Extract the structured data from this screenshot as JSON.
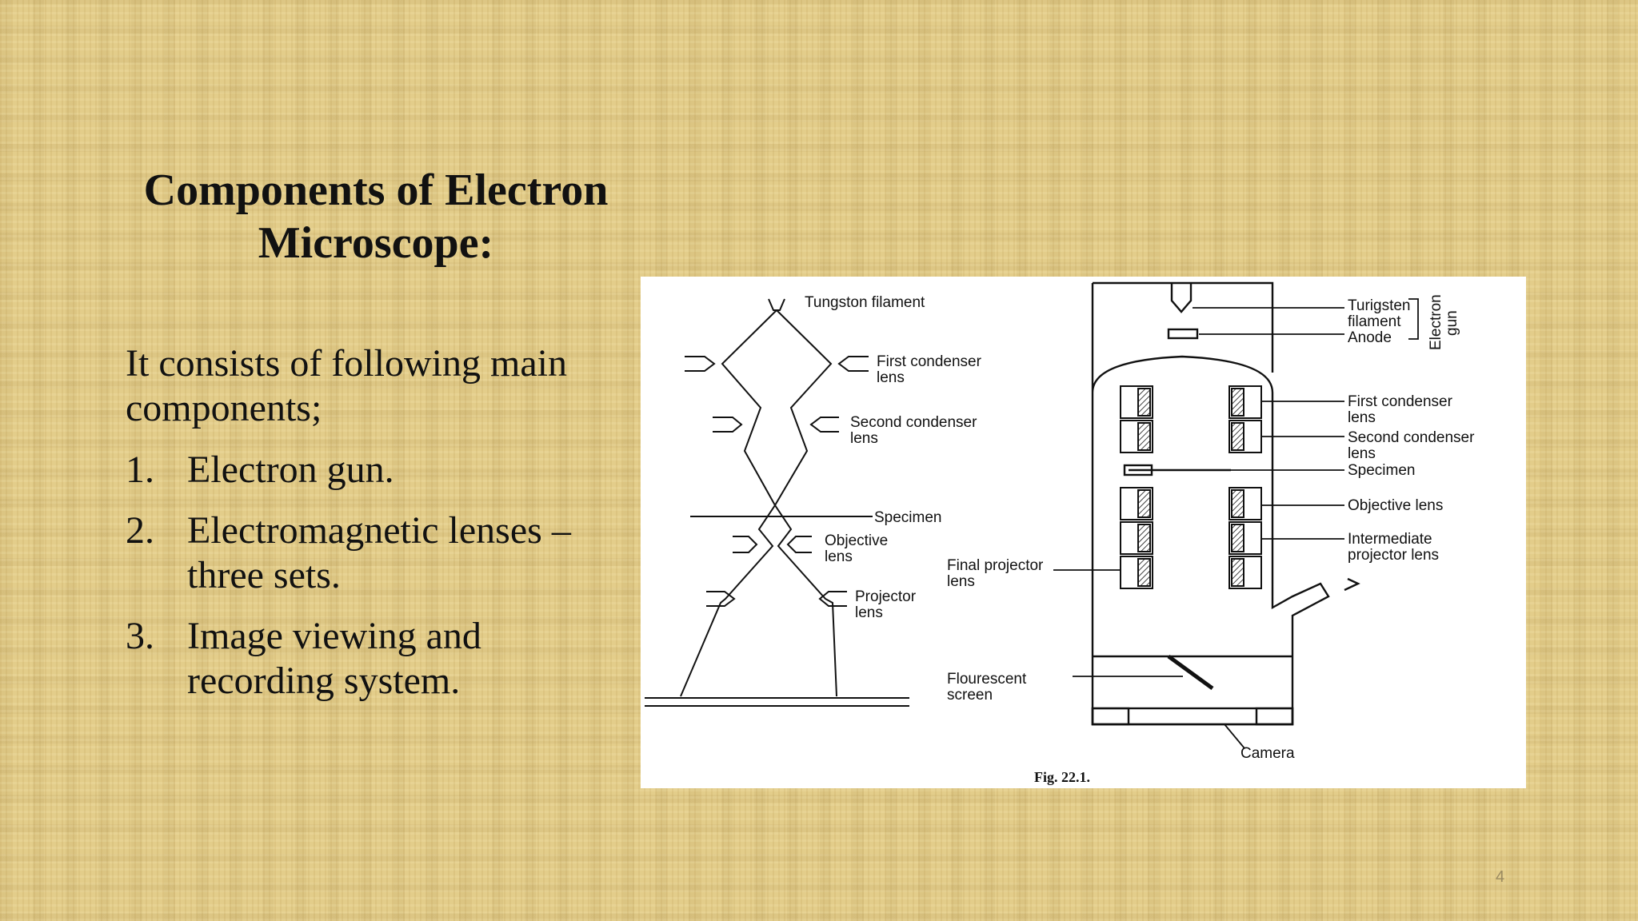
{
  "slide": {
    "title_line1": "Components of Electron",
    "title_line2": "Microscope:",
    "intro": "It consists of following main components;",
    "list": [
      {
        "num": "1.",
        "text": "Electron gun."
      },
      {
        "num": "2.",
        "text": "Electromagnetic lenses – three sets."
      },
      {
        "num": "3.",
        "text": "Image viewing and recording system."
      }
    ],
    "page_number": "4"
  },
  "figure": {
    "left_labels": {
      "tungsten": "Tungston filament",
      "first_condenser_1": "First condenser",
      "first_condenser_2": "lens",
      "second_condenser_1": "Second condenser",
      "second_condenser_2": "lens",
      "specimen": "Specimen",
      "objective_1": "Objective",
      "objective_2": "lens",
      "projector_1": "Projector",
      "projector_2": "lens"
    },
    "middle_labels": {
      "final_projector_1": "Final projector",
      "final_projector_2": "lens",
      "fluorescent_1": "Flourescent",
      "fluorescent_2": "screen"
    },
    "right_labels": {
      "tungsten_1": "Turigsten",
      "tungsten_2": "filament",
      "anode": "Anode",
      "gun_1": "Electron",
      "gun_2": "gun",
      "first_condenser_1": "First condenser",
      "first_condenser_2": "lens",
      "second_condenser_1": "Second condenser",
      "second_condenser_2": "lens",
      "specimen": "Specimen",
      "objective": "Objective lens",
      "intermediate_1": "Intermediate",
      "intermediate_2": "projector lens",
      "camera": "Camera"
    },
    "caption": "Fig. 22.1."
  }
}
